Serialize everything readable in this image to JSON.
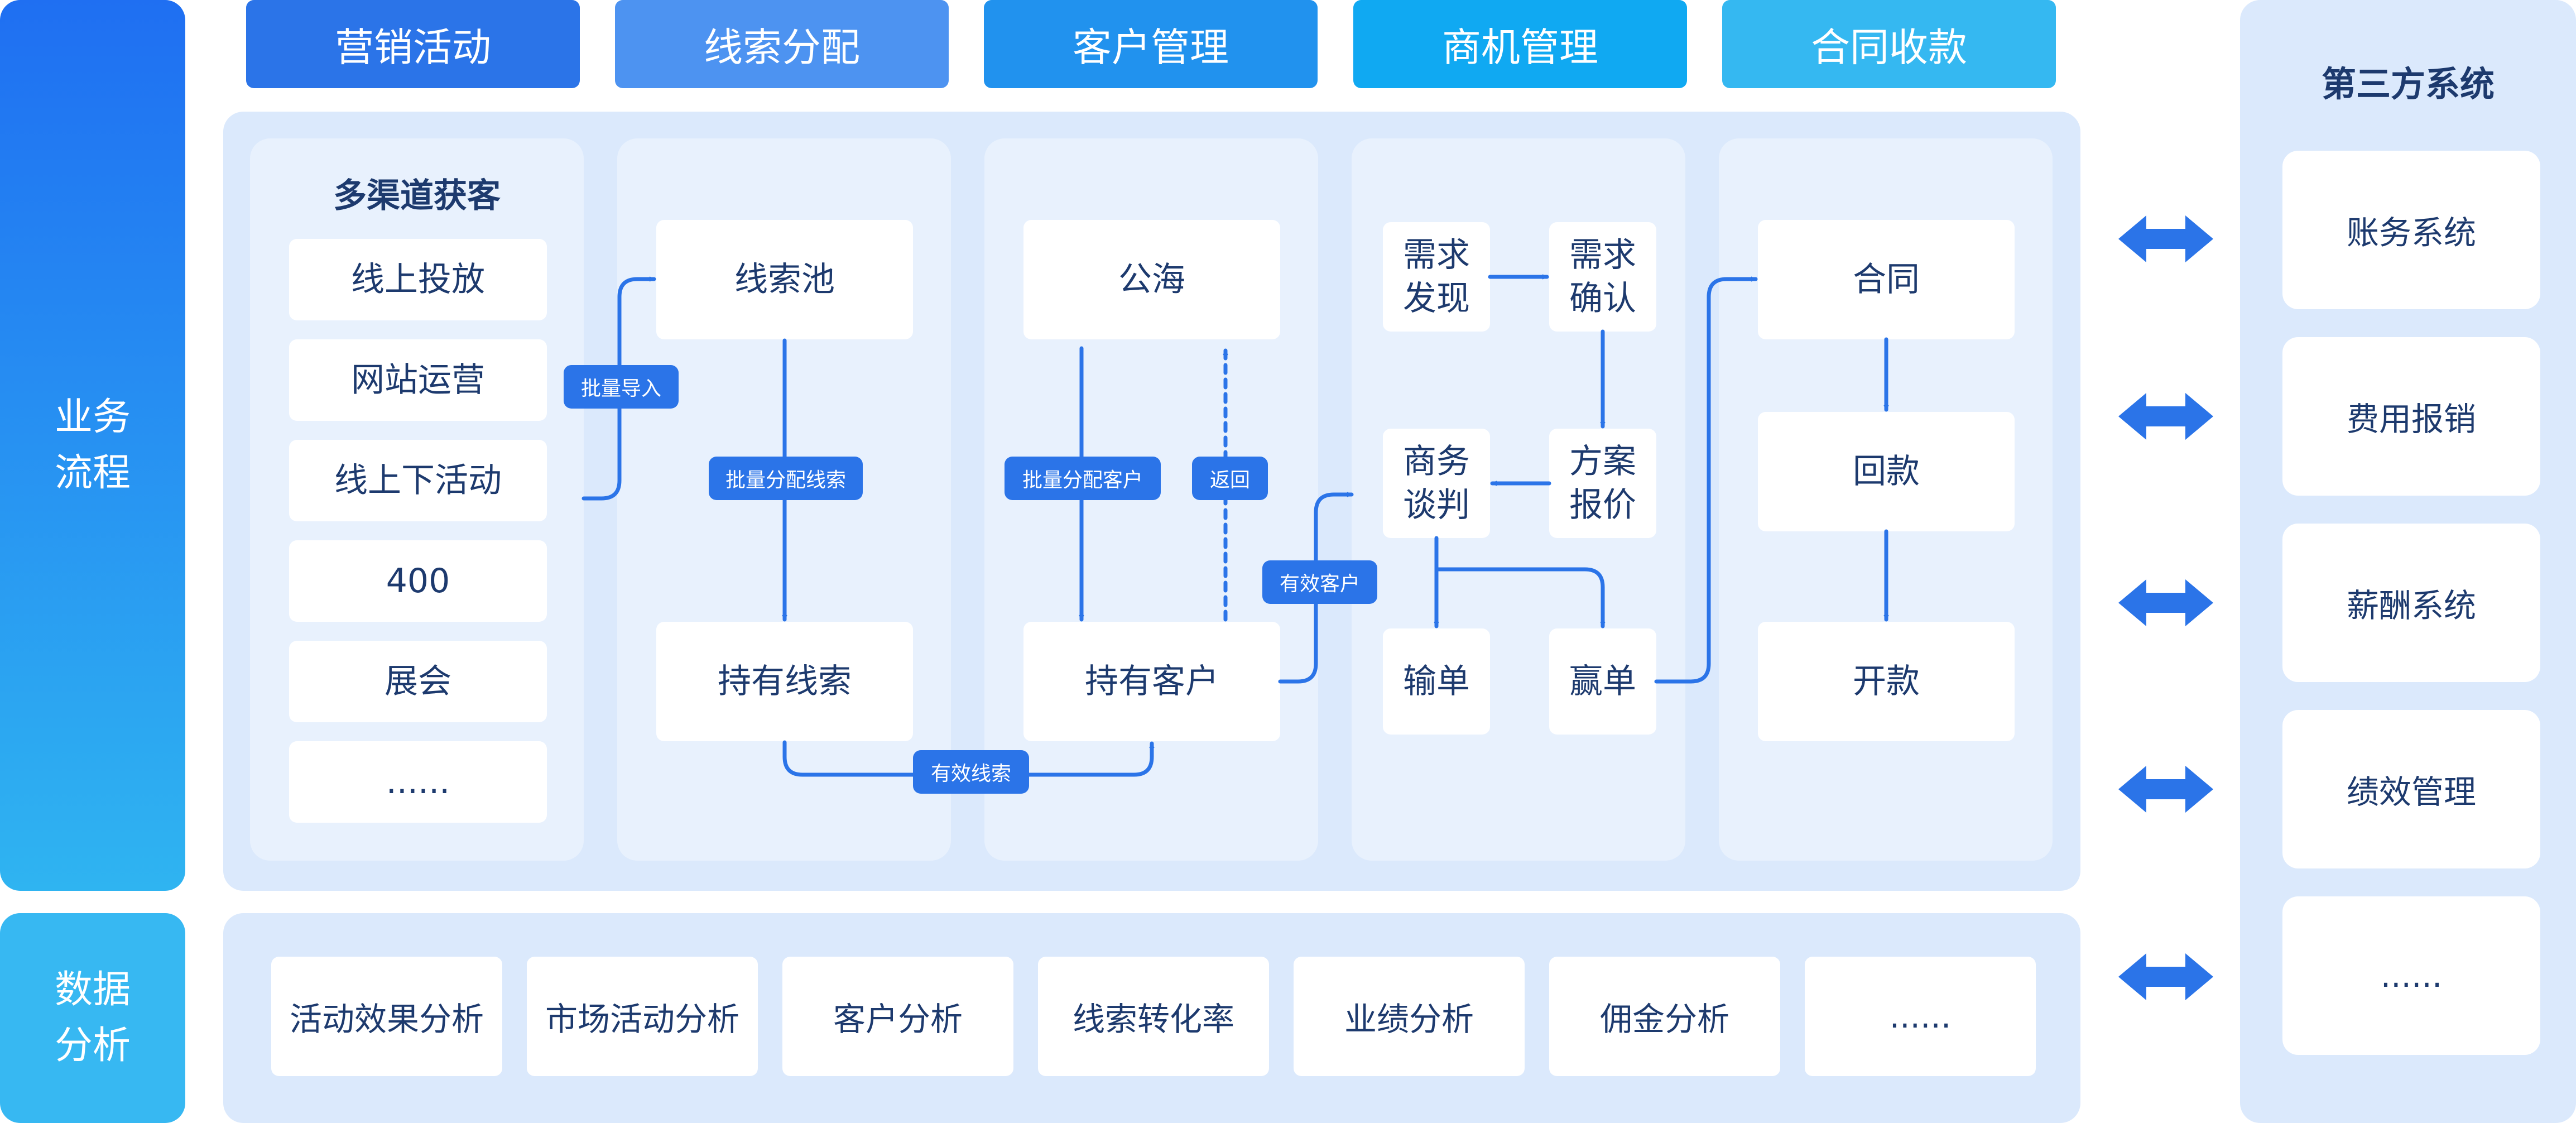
{
  "colors": {
    "side_flow_top": "#1f6ff2",
    "side_flow_bottom": "#2fb4f1",
    "side_data": "#37b8f2",
    "tab1": "#2b74e8",
    "tab2": "#4d93f1",
    "tab3": "#2192ee",
    "tab4": "#10a9f2",
    "tab5": "#35b8f1",
    "arrow": "#2b74e8",
    "panel": "#dbe9fc",
    "column": "#e8f1fd",
    "text": "#1d3a6e"
  },
  "side": {
    "business_flow": "业务流程",
    "data_analysis": "数据分析"
  },
  "header_tabs": [
    "营销活动",
    "线索分配",
    "客户管理",
    "商机管理",
    "合同收款"
  ],
  "marketing": {
    "title": "多渠道获客",
    "items": [
      "线上投放",
      "网站运营",
      "线上下活动",
      "400",
      "展会",
      "......"
    ]
  },
  "lead": {
    "pool": "线索池",
    "owned": "持有线索"
  },
  "customer": {
    "sea": "公海",
    "owned": "持有客户"
  },
  "opportunity": {
    "discover": "需求发现",
    "confirm": "需求确认",
    "quote": "方案报价",
    "negotiate": "商务谈判",
    "lose": "输单",
    "win": "赢单"
  },
  "contract": {
    "contract": "合同",
    "payment": "回款",
    "invoice": "开款"
  },
  "badges": {
    "batch_import": "批量导入",
    "batch_assign_lead": "批量分配线索",
    "batch_assign_customer": "批量分配客户",
    "return": "返回",
    "valid_customer": "有效客户",
    "valid_lead": "有效线索"
  },
  "third_party": {
    "title": "第三方系统",
    "items": [
      "账务系统",
      "费用报销",
      "薪酬系统",
      "绩效管理",
      "......"
    ]
  },
  "analysis_items": [
    "活动效果分析",
    "市场活动分析",
    "客户分析",
    "线索转化率",
    "业绩分析",
    "佣金分析",
    "......"
  ]
}
